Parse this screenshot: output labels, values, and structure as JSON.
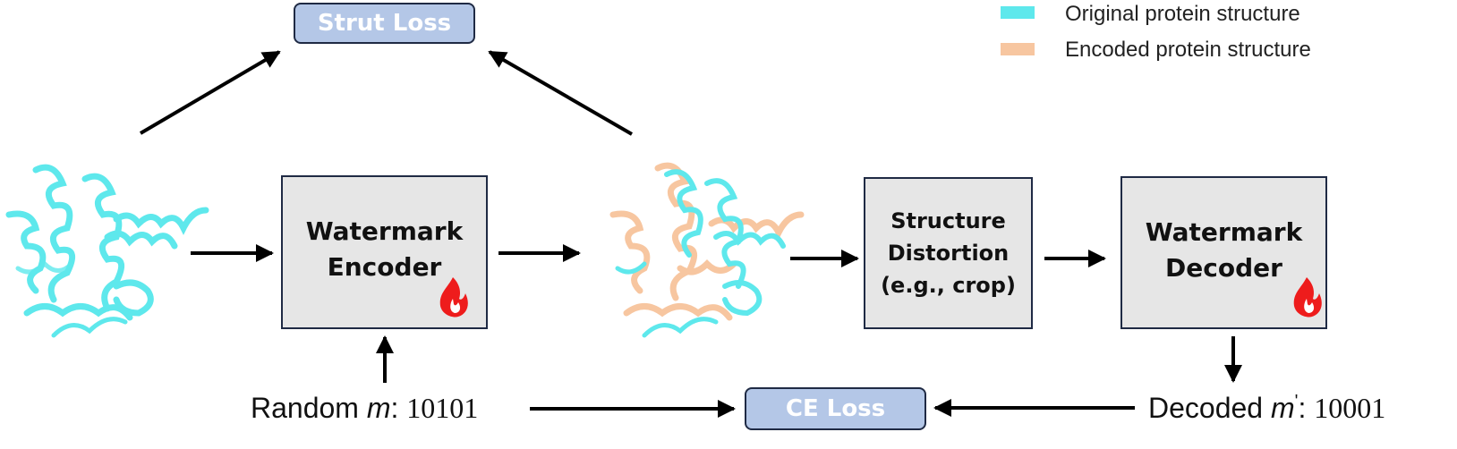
{
  "legend": {
    "original_label": "Original protein structure",
    "encoded_label": "Encoded protein structure",
    "original_color": "#5ee8ec",
    "encoded_color": "#f7c6a0"
  },
  "nodes": {
    "strut_loss": "Strut Loss",
    "encoder": "Watermark\nEncoder",
    "distortion": "Structure\nDistortion\n(e.g., crop)",
    "decoder": "Watermark\nDecoder",
    "ce_loss": "CE Loss"
  },
  "bottom": {
    "random_prefix": "Random ",
    "random_var": "m",
    "random_colon": ": ",
    "random_value": "10101",
    "decoded_prefix": "Decoded ",
    "decoded_var": "m",
    "decoded_prime": "'",
    "decoded_colon": ": ",
    "decoded_value": "10001"
  },
  "colors": {
    "box_fill": "#e6e6e6",
    "loss_fill": "#b4c7e7",
    "flame": "#ee1c1c",
    "arrow": "#000000"
  }
}
